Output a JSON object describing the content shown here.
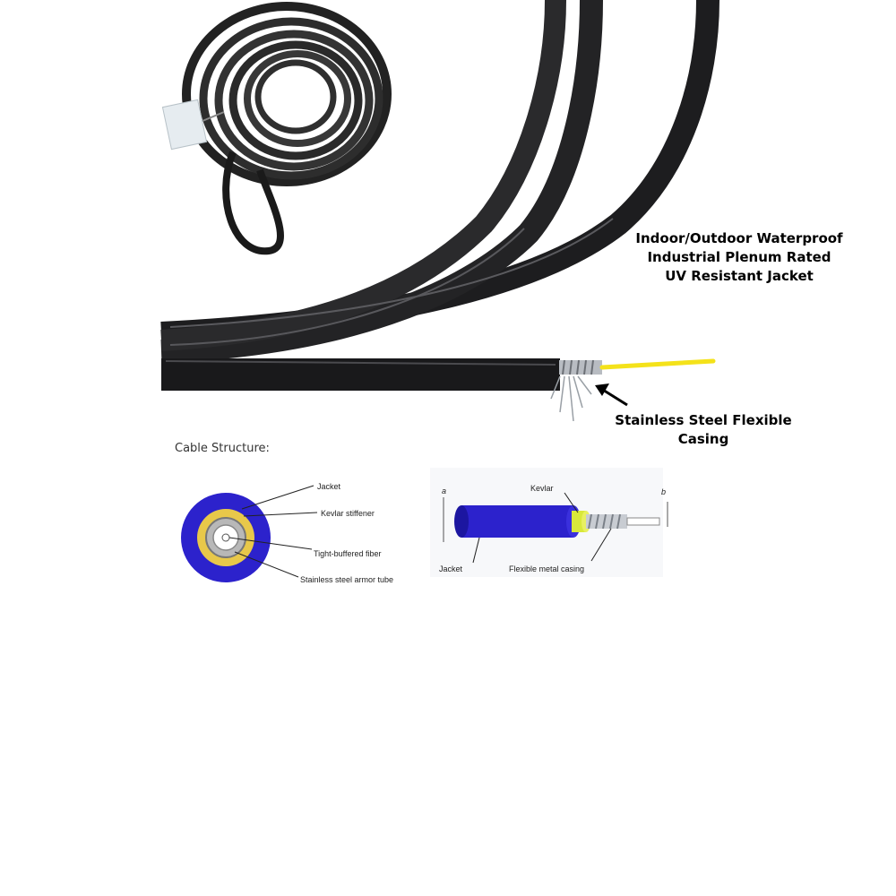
{
  "headline": {
    "line1": "Indoor/Outdoor Waterproof",
    "line2": "Industrial Plenum Rated",
    "line3": "UV Resistant Jacket"
  },
  "casing_callout": {
    "line1": "Stainless Steel Flexible",
    "line2": "Casing"
  },
  "structure": {
    "heading": "Cable Structure:",
    "cross_section": {
      "jacket": "Jacket",
      "kevlar": "Kevlar stiffener",
      "fiber": "Tight-buffered fiber",
      "armor": "Stainless steel armor tube"
    },
    "side_view": {
      "kevlar": "Kevlar",
      "jacket": "Jacket",
      "casing": "Flexible metal casing",
      "dim_a": "a",
      "dim_b": "b"
    }
  },
  "colors": {
    "jacket_blue": "#2c22cc",
    "kevlar_yellow": "#e8c84a",
    "fiber_yellow": "#f4e21a",
    "cable_black": "#1d1d1f"
  }
}
